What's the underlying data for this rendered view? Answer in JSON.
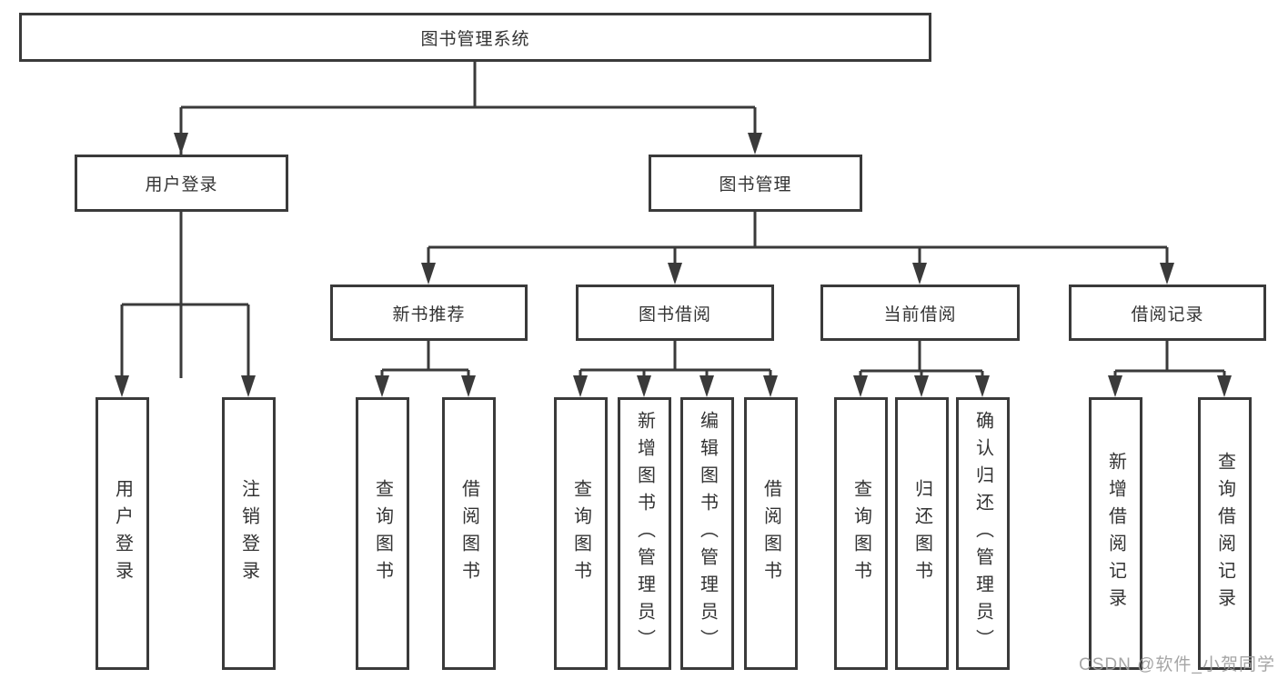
{
  "tree": {
    "label": "图书管理系统",
    "children": [
      {
        "label": "用户登录",
        "children": [
          {
            "label": "用户登录"
          },
          {
            "label": "注销登录"
          }
        ]
      },
      {
        "label": "图书管理",
        "children": [
          {
            "label": "新书推荐",
            "children": [
              {
                "label": "查询图书"
              },
              {
                "label": "借阅图书"
              }
            ]
          },
          {
            "label": "图书借阅",
            "children": [
              {
                "label": "查询图书"
              },
              {
                "label": "新增图书（管理员）"
              },
              {
                "label": "编辑图书（管理员）"
              },
              {
                "label": "借阅图书"
              }
            ]
          },
          {
            "label": "当前借阅",
            "children": [
              {
                "label": "查询图书"
              },
              {
                "label": "归还图书"
              },
              {
                "label": "确认归还（管理员）"
              }
            ]
          },
          {
            "label": "借阅记录",
            "children": [
              {
                "label": "新增借阅记录"
              },
              {
                "label": "查询借阅记录"
              }
            ]
          }
        ]
      }
    ]
  },
  "watermark": {
    "text": "CSDN @软件_小贺同学"
  },
  "colors": {
    "line": "#3a3a3a",
    "box_border": "#3a3a3a",
    "text": "#333333",
    "watermark": "#9c9c9c",
    "background": "#ffffff"
  }
}
